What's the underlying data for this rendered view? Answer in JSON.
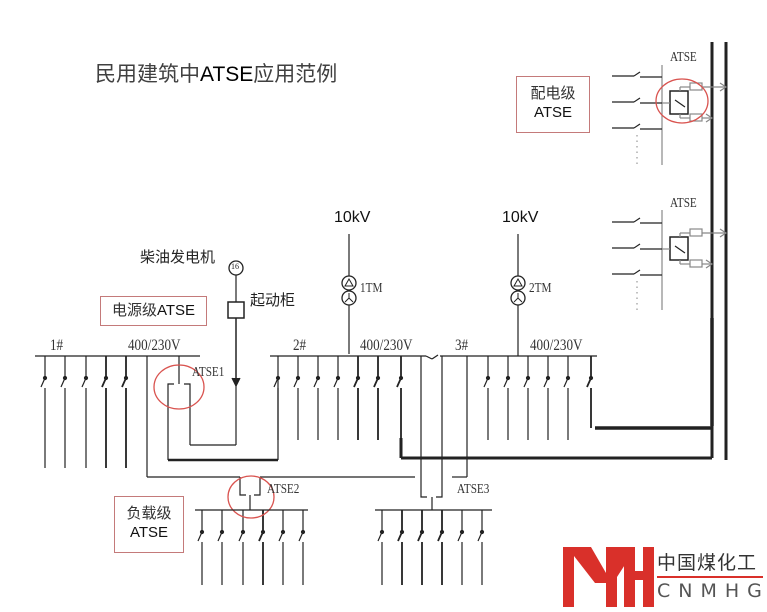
{
  "title": {
    "prefix": "民用建筑中",
    "highlight": "ATSE",
    "suffix": "应用范例"
  },
  "labels": {
    "distribution_level": {
      "line1": "配电级",
      "line2": "ATSE"
    },
    "source_level": {
      "prefix": "电源级",
      "suffix": "ATSE"
    },
    "load_level": {
      "line1": "负载级",
      "line2": "ATSE"
    }
  },
  "components": {
    "generator": {
      "label": "柴油发电机",
      "symbol": "16"
    },
    "starter_cabinet": {
      "label": "起动柜"
    },
    "transformer_1": {
      "label": "1TM",
      "voltage": "10kV"
    },
    "transformer_2": {
      "label": "2TM",
      "voltage": "10kV"
    },
    "bus_1": {
      "label": "1#",
      "voltage": "400/230V"
    },
    "bus_2": {
      "label": "2#",
      "voltage": "400/230V"
    },
    "bus_3": {
      "label": "3#",
      "voltage": "400/230V"
    },
    "atse_1": {
      "label": "ATSE1"
    },
    "atse_2": {
      "label": "ATSE2"
    },
    "atse_3": {
      "label": "ATSE3"
    },
    "atse_dist_top": {
      "label": "ATSE"
    },
    "atse_dist_bottom": {
      "label": "ATSE"
    }
  },
  "logo": {
    "mark": "MH",
    "name_cn": "中国煤化工",
    "name_en": "CNMHG"
  },
  "colors": {
    "highlight_circle": "#d9534f",
    "label_border": "#c47a7a",
    "logo_red": "#d9302a",
    "line": "#222222"
  }
}
